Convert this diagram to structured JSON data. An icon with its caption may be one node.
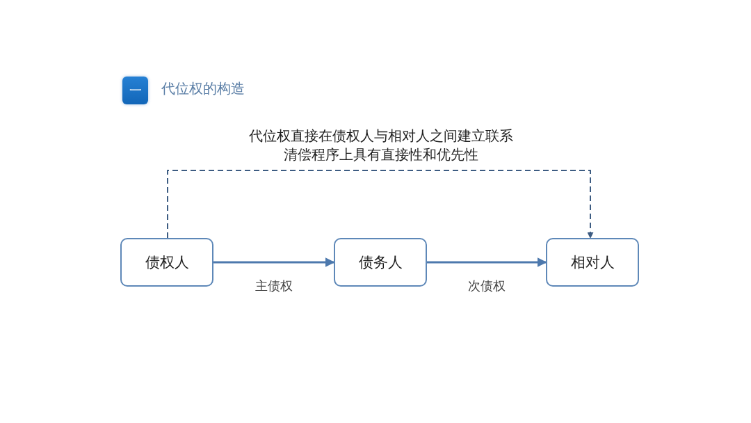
{
  "diagram": {
    "title": "代位权的构造",
    "nodes": [
      {
        "text": [
          "一"
        ]
      },
      {
        "text": [
          "债权人"
        ]
      },
      {
        "text": [
          "债务人"
        ]
      },
      {
        "text": [
          "相对人"
        ]
      }
    ],
    "edges": [
      {
        "from": 1,
        "to": 2,
        "arrow": "to",
        "label": "主债权"
      },
      {
        "from": 2,
        "to": 3,
        "arrow": "to",
        "label": "次债权"
      },
      {
        "from": 1,
        "to": 3,
        "arrow": "to",
        "style": "dashed",
        "color": "#3d5c82"
      }
    ],
    "labels": [
      "代位权直接在债权人与相对人之间建立联系",
      "清偿程序上具有直接性和优先性"
    ]
  }
}
